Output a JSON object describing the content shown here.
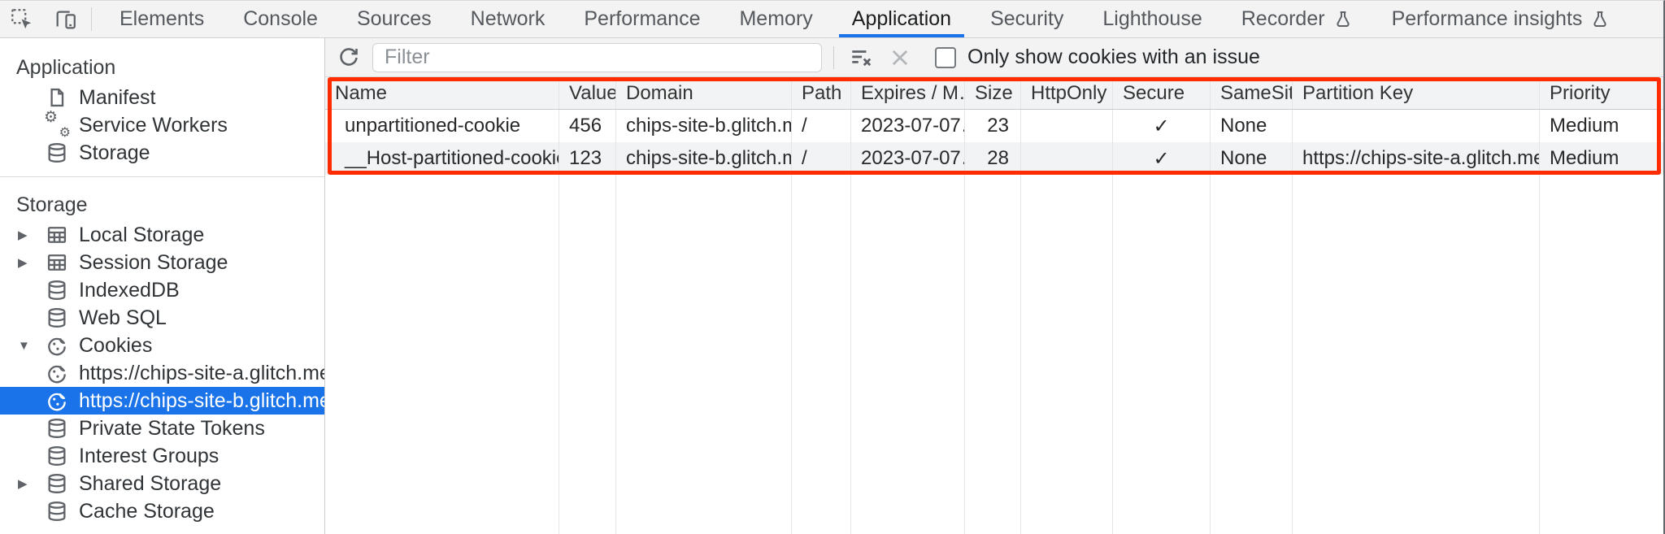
{
  "tabbar": {
    "tabs": [
      {
        "label": "Elements",
        "selected": false
      },
      {
        "label": "Console",
        "selected": false
      },
      {
        "label": "Sources",
        "selected": false
      },
      {
        "label": "Network",
        "selected": false
      },
      {
        "label": "Performance",
        "selected": false
      },
      {
        "label": "Memory",
        "selected": false
      },
      {
        "label": "Application",
        "selected": true
      },
      {
        "label": "Security",
        "selected": false
      },
      {
        "label": "Lighthouse",
        "selected": false
      },
      {
        "label": "Recorder",
        "selected": false,
        "badge": "experiment-flask"
      },
      {
        "label": "Performance insights",
        "selected": false,
        "badge": "experiment-flask"
      }
    ]
  },
  "sidebar": {
    "sections": [
      {
        "title": "Application",
        "items": [
          {
            "label": "Manifest",
            "icon": "document-icon"
          },
          {
            "label": "Service Workers",
            "icon": "gears-icon"
          },
          {
            "label": "Storage",
            "icon": "database-icon"
          }
        ]
      },
      {
        "title": "Storage",
        "items": [
          {
            "label": "Local Storage",
            "icon": "table-icon",
            "expander": "collapsed"
          },
          {
            "label": "Session Storage",
            "icon": "table-icon",
            "expander": "collapsed"
          },
          {
            "label": "IndexedDB",
            "icon": "database-icon"
          },
          {
            "label": "Web SQL",
            "icon": "database-icon"
          },
          {
            "label": "Cookies",
            "icon": "cookie-icon",
            "expander": "expanded"
          },
          {
            "label": "https://chips-site-a.glitch.me",
            "icon": "cookie-icon",
            "child": true
          },
          {
            "label": "https://chips-site-b.glitch.me",
            "icon": "cookie-icon",
            "child": true,
            "selected": true
          },
          {
            "label": "Private State Tokens",
            "icon": "database-icon"
          },
          {
            "label": "Interest Groups",
            "icon": "database-icon"
          },
          {
            "label": "Shared Storage",
            "icon": "database-icon",
            "expander": "collapsed"
          },
          {
            "label": "Cache Storage",
            "icon": "database-icon"
          }
        ]
      }
    ],
    "expander_collapsed": "▶",
    "expander_expanded": "▼"
  },
  "toolbar": {
    "filter_placeholder": "Filter",
    "checkbox_label": "Only show cookies with an issue",
    "checkbox_checked": false
  },
  "table": {
    "columns": [
      "Name",
      "Value",
      "Domain",
      "Path",
      "Expires / M…",
      "Size",
      "HttpOnly",
      "Secure",
      "SameSite",
      "Partition Key",
      "Priority"
    ],
    "rows": [
      {
        "name": "unpartitioned-cookie",
        "value": "456",
        "domain": "chips-site-b.glitch.me",
        "path": "/",
        "expires": "2023-07-07…",
        "size": "23",
        "httponly": "",
        "secure": "✓",
        "samesite": "None",
        "partition_key": "",
        "priority": "Medium"
      },
      {
        "name": "__Host-partitioned-cookie",
        "value": "123",
        "domain": "chips-site-b.glitch.me",
        "path": "/",
        "expires": "2023-07-07…",
        "size": "28",
        "httponly": "",
        "secure": "✓",
        "samesite": "None",
        "partition_key": "https://chips-site-a.glitch.me",
        "priority": "Medium"
      }
    ]
  },
  "colors": {
    "accent_blue": "#1a73e8",
    "selection_background": "#1a73e8",
    "highlight_border_red": "#ff2b01",
    "toolbar_background": "#f3f3f3",
    "stripe_row": "#f1f3f4",
    "icon_gray": "#5f6368"
  }
}
